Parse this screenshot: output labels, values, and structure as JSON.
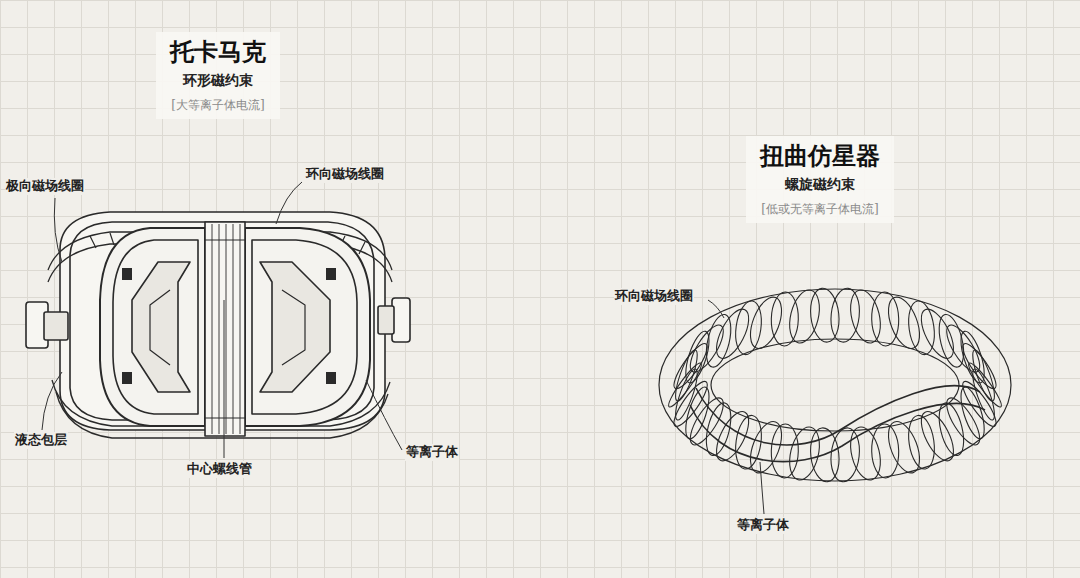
{
  "diagram": {
    "nodes": [
      {
        "text": [
          "托卡马克",
          "环形磁约束",
          "[大等离子体电流]"
        ]
      },
      {
        "text": [
          "扭曲仿星器",
          "螺旋磁约束",
          "[低或无等离子体电流]"
        ]
      }
    ],
    "edges": [],
    "labels": [
      "极向磁场线圈",
      "环向磁场线圈",
      "液态包层",
      "中心螺线管",
      "等离子体",
      "环向磁场线圈",
      "等离子体"
    ]
  }
}
